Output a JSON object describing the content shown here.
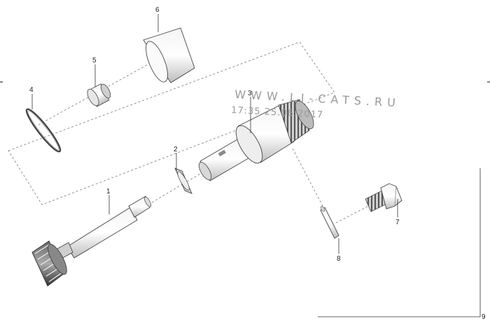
{
  "diagram": {
    "callouts": [
      {
        "id": "1",
        "label": "1"
      },
      {
        "id": "2",
        "label": "2"
      },
      {
        "id": "3",
        "label": "3"
      },
      {
        "id": "4",
        "label": "4"
      },
      {
        "id": "5",
        "label": "5"
      },
      {
        "id": "6",
        "label": "6"
      },
      {
        "id": "7",
        "label": "7"
      },
      {
        "id": "8",
        "label": "8"
      },
      {
        "id": "9",
        "label": "9"
      }
    ],
    "watermark": {
      "site": "WWW.LI-CATS.RU",
      "timestamp": "17:35 25.06.2017"
    }
  }
}
